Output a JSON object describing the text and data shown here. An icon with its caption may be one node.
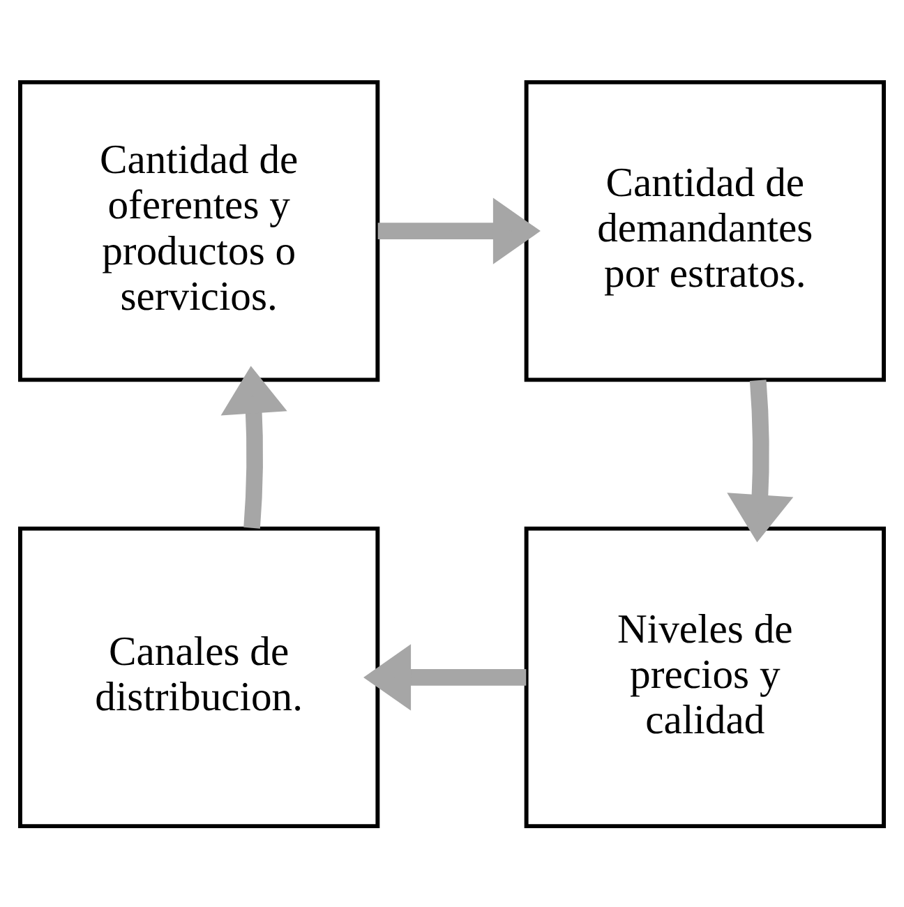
{
  "diagram": {
    "nodes": [
      {
        "text": [
          "Cantidad de oferentes y productos o servicios."
        ]
      },
      {
        "text": [
          "Cantidad de demandantes por estratos."
        ]
      },
      {
        "text": [
          "Niveles de precios y calidad"
        ]
      },
      {
        "text": [
          "Canales de distribucion."
        ]
      }
    ],
    "edges": [
      {
        "from": 0,
        "to": 1,
        "arrow": "to"
      },
      {
        "from": 1,
        "to": 2,
        "arrow": "to"
      },
      {
        "from": 2,
        "to": 3,
        "arrow": "to"
      },
      {
        "from": 3,
        "to": 0,
        "arrow": "to"
      }
    ]
  }
}
